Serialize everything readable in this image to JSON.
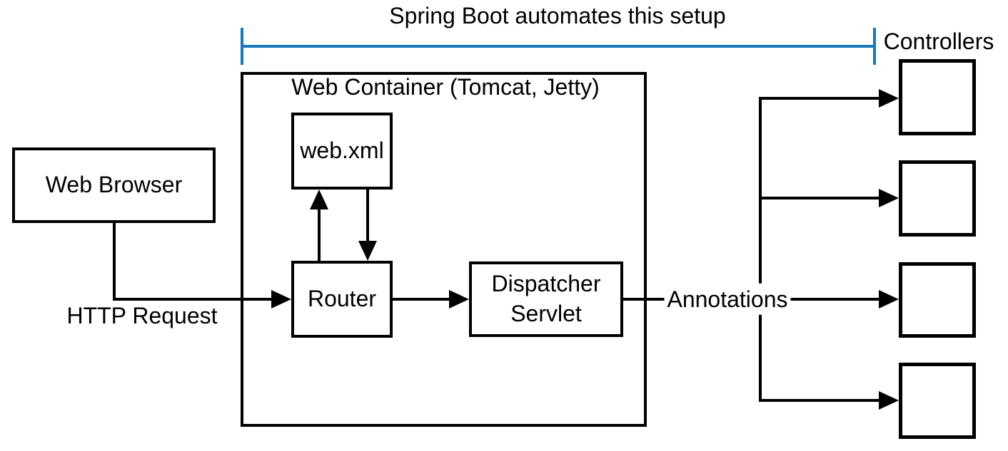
{
  "title": "Spring Boot automates this setup",
  "controllers_label": "Controllers",
  "nodes": {
    "web_browser": "Web Browser",
    "web_container": "Web Container (Tomcat, Jetty)",
    "web_xml": "web.xml",
    "router": "Router",
    "dispatcher_servlet": "Dispatcher Servlet"
  },
  "edges": {
    "http_request": "HTTP Request",
    "annotations": "Annotations"
  },
  "controller_boxes_count": 4,
  "colors": {
    "bracket_blue": "#1878bd",
    "line_black": "#000000",
    "background": "#ffffff"
  }
}
